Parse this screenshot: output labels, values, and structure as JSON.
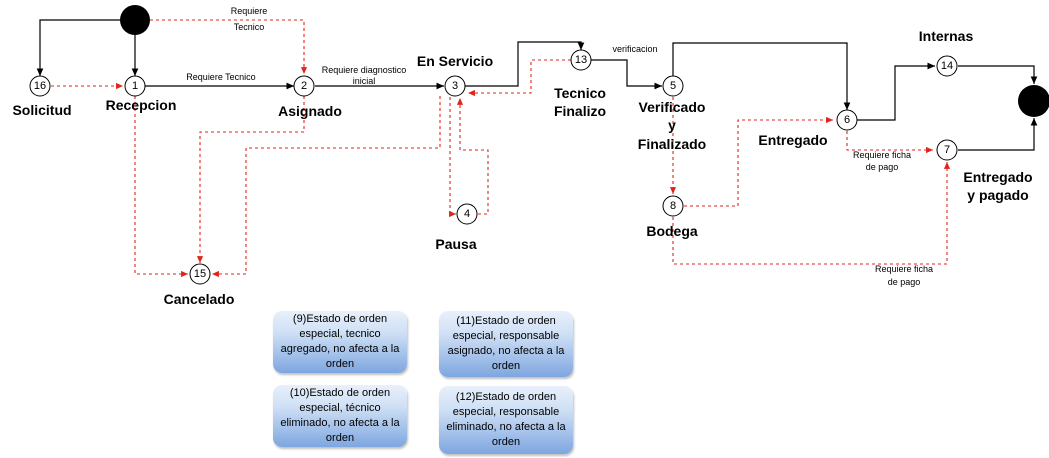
{
  "colors": {
    "solid_edge": "#000000",
    "dashed_edge": "#e0241b",
    "note_gradient_top": "#e8f0fb",
    "note_gradient_bottom": "#7ea6e0"
  },
  "nodes": {
    "n16": "16",
    "n1": "1",
    "n2": "2",
    "n3": "3",
    "n4": "4",
    "n13": "13",
    "n5": "5",
    "n8": "8",
    "n6": "6",
    "n7": "7",
    "n14": "14",
    "n15": "15"
  },
  "labels": {
    "solicitud": "Solicitud",
    "recepcion": "Recepcion",
    "asignado": "Asignado",
    "en_servicio": "En Servicio",
    "pausa": "Pausa",
    "tecnico_finalizo_1": "Tecnico",
    "tecnico_finalizo_2": "Finalizo",
    "verificado_1": "Verificado",
    "verificado_2": "y",
    "verificado_3": "Finalizado",
    "bodega": "Bodega",
    "entregado": "Entregado",
    "entregado_pagado_1": "Entregado",
    "entregado_pagado_2": "y pagado",
    "internas": "Internas",
    "cancelado": "Cancelado"
  },
  "edges": {
    "requiere_tecnico_top_1": "Requiere",
    "requiere_tecnico_top_2": "Tecnico",
    "requiere_tecnico": "Requiere Tecnico",
    "requiere_diagnostico_1": "Requiere diagnostico",
    "requiere_diagnostico_2": "inicial",
    "verificacion": "verificacion",
    "ficha_pago_1a": "Requiere ficha",
    "ficha_pago_1b": "de pago",
    "ficha_pago_2a": "Requiere ficha",
    "ficha_pago_2b": "de pago"
  },
  "notes": {
    "note9": "(9)Estado de orden especial, tecnico agregado, no afecta a la orden",
    "note10": "(10)Estado de orden especial, técnico eliminado, no afecta a la orden",
    "note11": "(11)Estado de orden especial, responsable asignado, no afecta a la orden",
    "note12": "(12)Estado de orden especial, responsable eliminado, no afecta a la orden"
  }
}
